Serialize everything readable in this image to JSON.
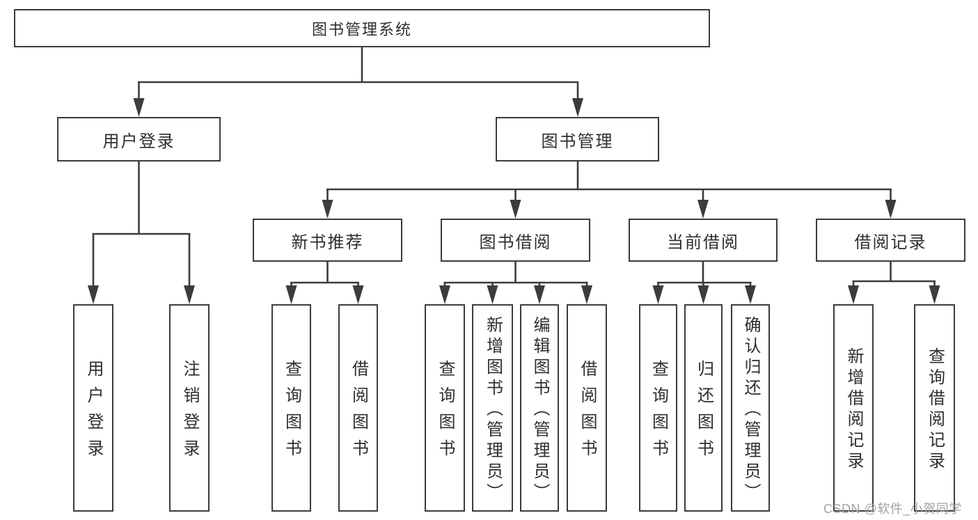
{
  "page": {
    "background": "#ffffff",
    "watermark": "CSDN @软件_小贺同学"
  },
  "colors": {
    "line": "#3c3c3c",
    "box_border": "#3c3c3c",
    "text": "#2e2e2e",
    "watermark": "#a3a3a3"
  },
  "nodes": {
    "root": {
      "label": "图书管理系统"
    },
    "user_login": {
      "label": "用户登录"
    },
    "book_management": {
      "label": "图书管理"
    },
    "new_book_recommend": {
      "label": "新书推荐"
    },
    "book_borrowing": {
      "label": "图书借阅"
    },
    "current_borrowing": {
      "label": "当前借阅"
    },
    "borrowing_records": {
      "label": "借阅记录"
    },
    "leaf_user_login": {
      "label": "用户登录"
    },
    "leaf_logout": {
      "label": "注销登录"
    },
    "rec_query_books": {
      "label": "查询图书"
    },
    "rec_borrow_books": {
      "label": "借阅图书"
    },
    "bb_query_books": {
      "label": "查询图书"
    },
    "bb_add_books": {
      "label": "新增图书（管理员）"
    },
    "bb_edit_books": {
      "label": "编辑图书（管理员）"
    },
    "bb_borrow_books": {
      "label": "借阅图书"
    },
    "cb_query_books": {
      "label": "查询图书"
    },
    "cb_return_books": {
      "label": "归还图书"
    },
    "cb_confirm_return": {
      "label": "确认归还（管理员）"
    },
    "br_add_record": {
      "label": "新增借阅记录"
    },
    "br_query_record": {
      "label": "查询借阅记录"
    }
  }
}
